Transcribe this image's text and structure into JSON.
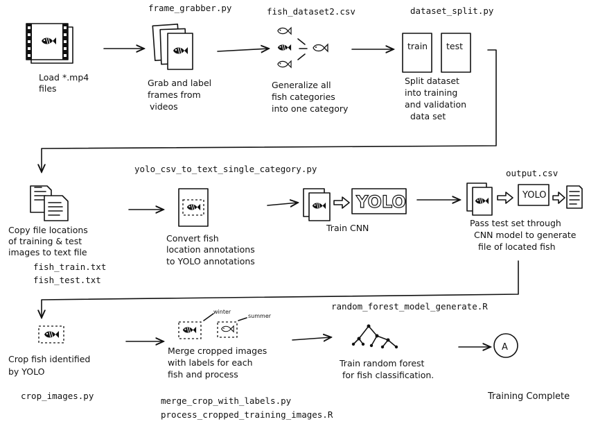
{
  "row1": {
    "step1": {
      "lines": [
        "Load  *.mp4",
        "files"
      ]
    },
    "step2": {
      "script": "frame_grabber.py",
      "lines": [
        "Grab and label",
        "frames from",
        "videos"
      ]
    },
    "step3": {
      "script": "fish_dataset2.csv",
      "lines": [
        "Generalize all",
        "fish categories",
        "into one category"
      ]
    },
    "step4": {
      "script": "dataset_split.py",
      "box_train": "train",
      "box_test": "test",
      "lines": [
        "Split dataset",
        "into training",
        "and validation",
        "data set"
      ]
    }
  },
  "row2": {
    "step5": {
      "lines": [
        "Copy file locations",
        "of training & test",
        "images to text file"
      ],
      "files": [
        "fish_train.txt",
        "fish_test.txt"
      ]
    },
    "step6": {
      "script": "yolo_csv_to_text_single_category.py",
      "lines": [
        "Convert fish",
        "location annotations",
        "to YOLO annotations"
      ]
    },
    "step7": {
      "yolo_label": "YOLO",
      "lines": [
        "Train CNN"
      ]
    },
    "step8": {
      "output": "output.csv",
      "yolo_label": "YOLO",
      "lines": [
        "Pass test set through",
        "CNN model to generate",
        "file of located fish"
      ]
    }
  },
  "row3": {
    "step9": {
      "lines": [
        "Crop fish identified",
        "by YOLO"
      ],
      "script": "crop_images.py"
    },
    "step10": {
      "tag_winter": "winter",
      "tag_summer": "summer",
      "lines": [
        "Merge cropped images",
        "with labels for each",
        "fish and process"
      ],
      "scripts": [
        "merge_crop_with_labels.py",
        "process_cropped_training_images.R"
      ]
    },
    "step11": {
      "script": "random_forest_model_generate.R",
      "lines": [
        "Train random forest",
        "for fish classification."
      ]
    },
    "step12": {
      "connector": "A",
      "label": "Training Complete"
    }
  }
}
